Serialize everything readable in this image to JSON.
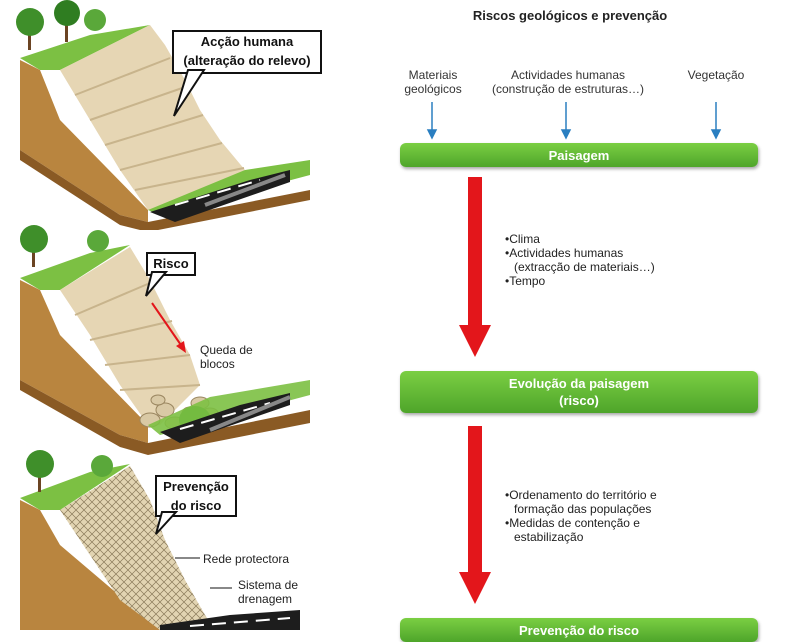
{
  "title": "Riscos geológicos e prevenção",
  "left_panels": {
    "panel1": {
      "callout": [
        "Acção humana",
        "(alteração do relevo)"
      ]
    },
    "panel2": {
      "callout": "Risco",
      "label": [
        "Queda de",
        "blocos"
      ]
    },
    "panel3": {
      "callout": [
        "Prevenção",
        "do risco"
      ],
      "label_net": "Rede protectora",
      "label_drain": [
        "Sistema de",
        "drenagem"
      ]
    }
  },
  "flow": {
    "inputs": [
      {
        "line1": "Materiais",
        "line2": "geológicos"
      },
      {
        "line1": "Actividades humanas",
        "line2": "(construção de estruturas…)"
      },
      {
        "line1": "Vegetação",
        "line2": ""
      }
    ],
    "box1": "Paisagem",
    "factors1": [
      "Clima",
      "Actividades humanas",
      "(extracção de materiais…)",
      "Tempo"
    ],
    "box2": [
      "Evolução da paisagem",
      "(risco)"
    ],
    "factors2": [
      "Ordenamento do território e",
      "formação das populações",
      "Medidas de contenção e",
      "estabilização"
    ],
    "box3": "Prevenção do risco"
  },
  "colors": {
    "bar_green": "#5bb534",
    "arrow_red": "#e3161b",
    "input_arrow_blue": "#2a7fc1"
  }
}
